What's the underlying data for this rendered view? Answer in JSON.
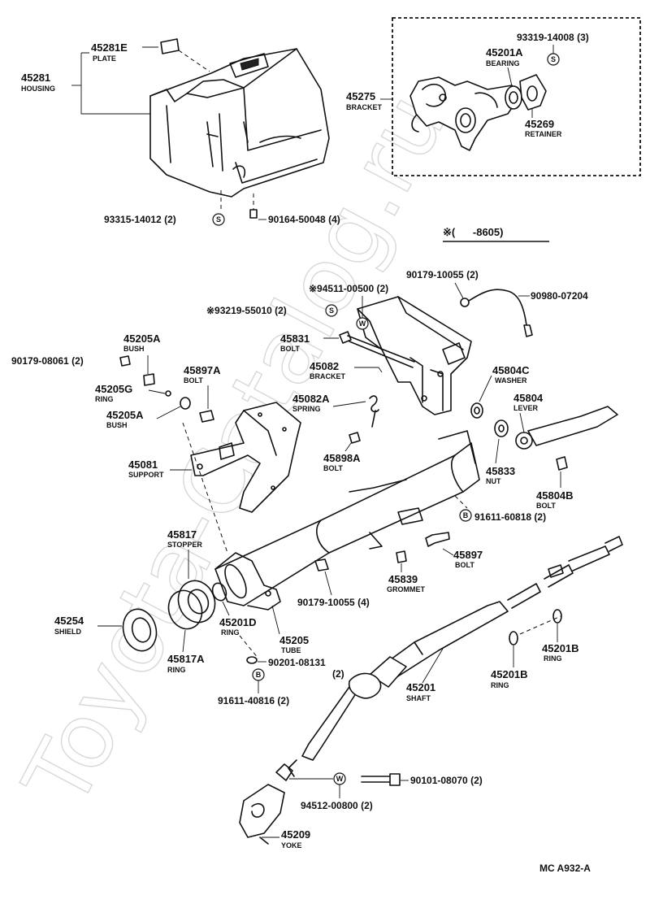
{
  "labels": {
    "l45281E": {
      "num": "45281E",
      "name": "PLATE"
    },
    "l45281": {
      "num": "45281",
      "name": "HOUSING"
    },
    "l93315": {
      "num": "93315-14012 (2)",
      "mark": "S"
    },
    "l90164": {
      "num": "90164-50048 (4)"
    },
    "l45275": {
      "num": "45275",
      "name": "BRACKET"
    },
    "l93319": {
      "num": "93319-14008 (3)",
      "mark": "S"
    },
    "l45201A": {
      "num": "45201A",
      "name": "BEARING"
    },
    "l45269": {
      "num": "45269",
      "name": "RETAINER"
    },
    "date_note": {
      "text": "※(      -8605)"
    },
    "l90179_10055_2": {
      "num": "90179-10055 (2)"
    },
    "l94511": {
      "num": "※94511-00500 (2)"
    },
    "l90980": {
      "num": "90980-07204"
    },
    "l93219": {
      "num": "※93219-55010 (2)",
      "mark": "S"
    },
    "l45831": {
      "num": "45831",
      "name": "BOLT"
    },
    "l45082": {
      "num": "45082",
      "name": "BRACKET"
    },
    "l45804C": {
      "num": "45804C",
      "name": "WASHER"
    },
    "l45205A_1": {
      "num": "45205A",
      "name": "BUSH"
    },
    "l90179_08061": {
      "num": "90179-08061 (2)"
    },
    "l45205G": {
      "num": "45205G",
      "name": "RING"
    },
    "l45205A_2": {
      "num": "45205A",
      "name": "BUSH"
    },
    "l45897A": {
      "num": "45897A",
      "name": "BOLT"
    },
    "l45082A": {
      "num": "45082A",
      "name": "SPRING"
    },
    "l45804": {
      "num": "45804",
      "name": "LEVER"
    },
    "l45898A": {
      "num": "45898A",
      "name": "BOLT"
    },
    "l45081": {
      "num": "45081",
      "name": "SUPPORT"
    },
    "l45833": {
      "num": "45833",
      "name": "NUT"
    },
    "l45804B": {
      "num": "45804B",
      "name": "BOLT"
    },
    "l91611_60818": {
      "num": "91611-60818 (2)",
      "mark": "B"
    },
    "l45817": {
      "num": "45817",
      "name": "STOPPER"
    },
    "l45897": {
      "num": "45897",
      "name": "BOLT"
    },
    "l45839": {
      "num": "45839",
      "name": "GROMMET"
    },
    "l90179_10055_4": {
      "num": "90179-10055 (4)"
    },
    "l45254": {
      "num": "45254",
      "name": "SHIELD"
    },
    "l45201D": {
      "num": "45201D",
      "name": "RING"
    },
    "l45205": {
      "num": "45205",
      "name": "TUBE"
    },
    "l45817A": {
      "num": "45817A",
      "name": "RING"
    },
    "l90201": {
      "num": "90201-08131",
      "qty": "(2)"
    },
    "l91611_40816": {
      "num": "91611-40816 (2)",
      "mark": "B"
    },
    "l45201": {
      "num": "45201",
      "name": "SHAFT"
    },
    "l45201B_1": {
      "num": "45201B",
      "name": "RING"
    },
    "l45201B_2": {
      "num": "45201B",
      "name": "RING"
    },
    "l90101": {
      "num": "90101-08070 (2)"
    },
    "l94512": {
      "num": "94512-00800 (2)",
      "mark": "W"
    },
    "l45209": {
      "num": "45209",
      "name": "YOKE"
    },
    "mark_W_94511": {
      "text": "W"
    },
    "mark_B_shaft": {
      "text": "B"
    }
  },
  "footer": {
    "code": "MC  A932-A"
  },
  "watermark": {
    "text": "Toyota-Catalog.ru"
  }
}
